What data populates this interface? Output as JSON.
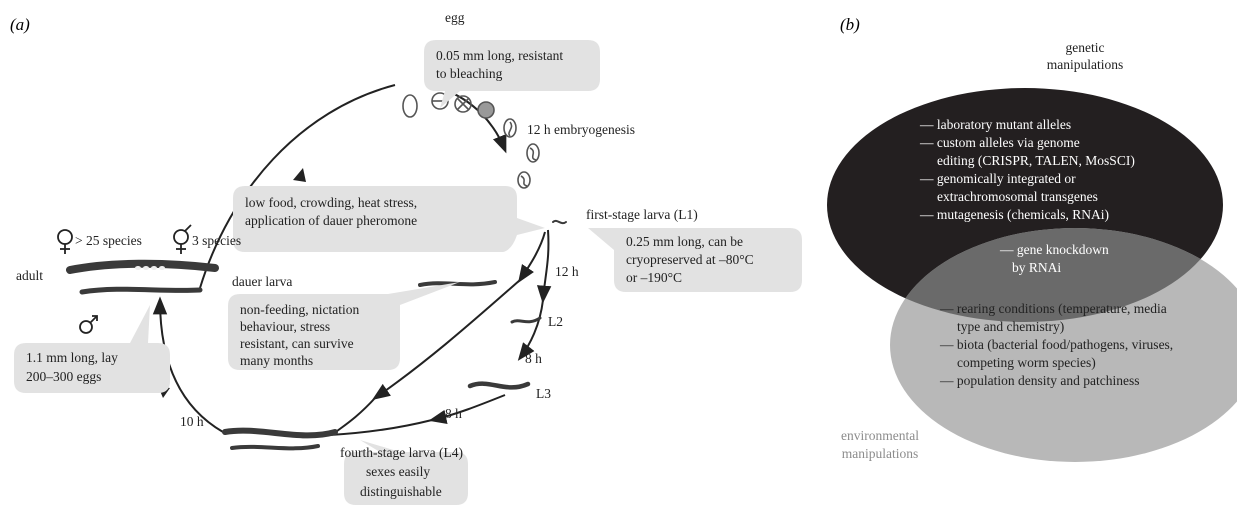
{
  "panel_a": {
    "label": "(a)",
    "stages": {
      "egg": "egg",
      "embryogenesis": "12 h embryogenesis",
      "l1": "first-stage larva (L1)",
      "l2": "L2",
      "l3": "L3",
      "l4": "fourth-stage larva (L4)",
      "dauer": "dauer larva",
      "adult": "adult"
    },
    "durations": {
      "l1_l2": "12 h",
      "l2_l3": "8 h",
      "l3_l4": "8 h",
      "l4_adult": "10 h"
    },
    "sex_species": {
      "female": "> 25 species",
      "hermaphrodite": "3 species"
    },
    "callouts": {
      "egg": [
        "0.05 mm long, resistant",
        "to bleaching"
      ],
      "dauer_trigger": [
        "low food, crowding, heat stress,",
        "application of dauer pheromone"
      ],
      "l1": [
        "0.25 mm long, can be",
        "cryopreserved at –80°C",
        "or –190°C"
      ],
      "dauer": [
        "non-feeding, nictation",
        "behaviour, stress",
        "resistant, can survive",
        "many months"
      ],
      "adult": [
        "1.1 mm long, lay",
        "200–300 eggs"
      ],
      "l4": [
        "sexes easily",
        "distinguishable"
      ]
    }
  },
  "panel_b": {
    "label": "(b)",
    "genetic_title": [
      "genetic",
      "manipulations"
    ],
    "environmental_title": [
      "environmental",
      "manipulations"
    ],
    "genetic_items": [
      "— laboratory mutant alleles",
      "— custom alleles via genome",
      "editing (CRISPR, TALEN, MosSCI)",
      "— genomically integrated or",
      "extrachromosomal transgenes",
      "— mutagenesis (chemicals, RNAi)"
    ],
    "overlap": [
      "— gene knockdown",
      "by RNAi"
    ],
    "environmental_items": [
      "— rearing conditions (temperature, media",
      "type and chemistry)",
      "— biota (bacterial food/pathogens, viruses,",
      "competing worm species)",
      "— population density and patchiness"
    ]
  },
  "colors": {
    "callout": "#e2e2e2",
    "genetic_ellipse": "#231f20",
    "environmental_ellipse": "#b8b8b8",
    "overlap": "#6a6a6a",
    "environmental_title": "#8c8c8c",
    "worm": "#3a3a3a"
  }
}
